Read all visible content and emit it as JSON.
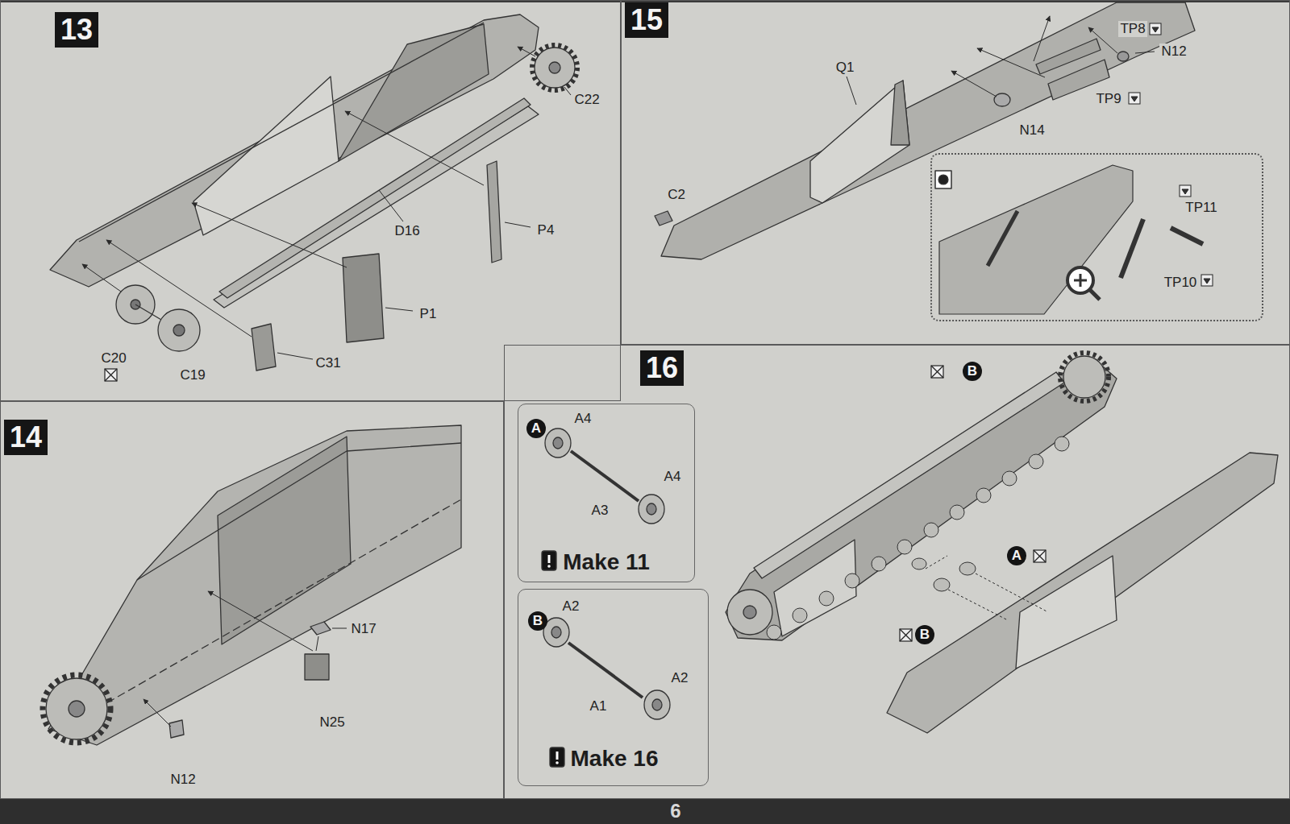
{
  "diagram": {
    "nodes": [
      {
        "text": [
          "13"
        ]
      },
      {
        "text": [
          "15"
        ]
      },
      {
        "text": [
          "TP11",
          "TP10"
        ],
        "in": 1
      },
      {
        "text": [
          "14"
        ]
      },
      {
        "text": [
          "16"
        ]
      },
      {
        "text": [
          "A",
          "Make 11"
        ],
        "in": 4
      },
      {
        "text": [
          "B",
          "Make 16"
        ],
        "in": 4
      }
    ],
    "labels": [
      "C22",
      "D16",
      "P4",
      "P1",
      "C31",
      "C20",
      "C19",
      "TP8",
      "N12",
      "Q1",
      "TP9",
      "N14",
      "C2",
      "N17",
      "N25",
      "N12",
      "A4",
      "A3",
      "A4",
      "A2",
      "A1",
      "A2",
      "B",
      "A",
      "B",
      "6"
    ]
  }
}
